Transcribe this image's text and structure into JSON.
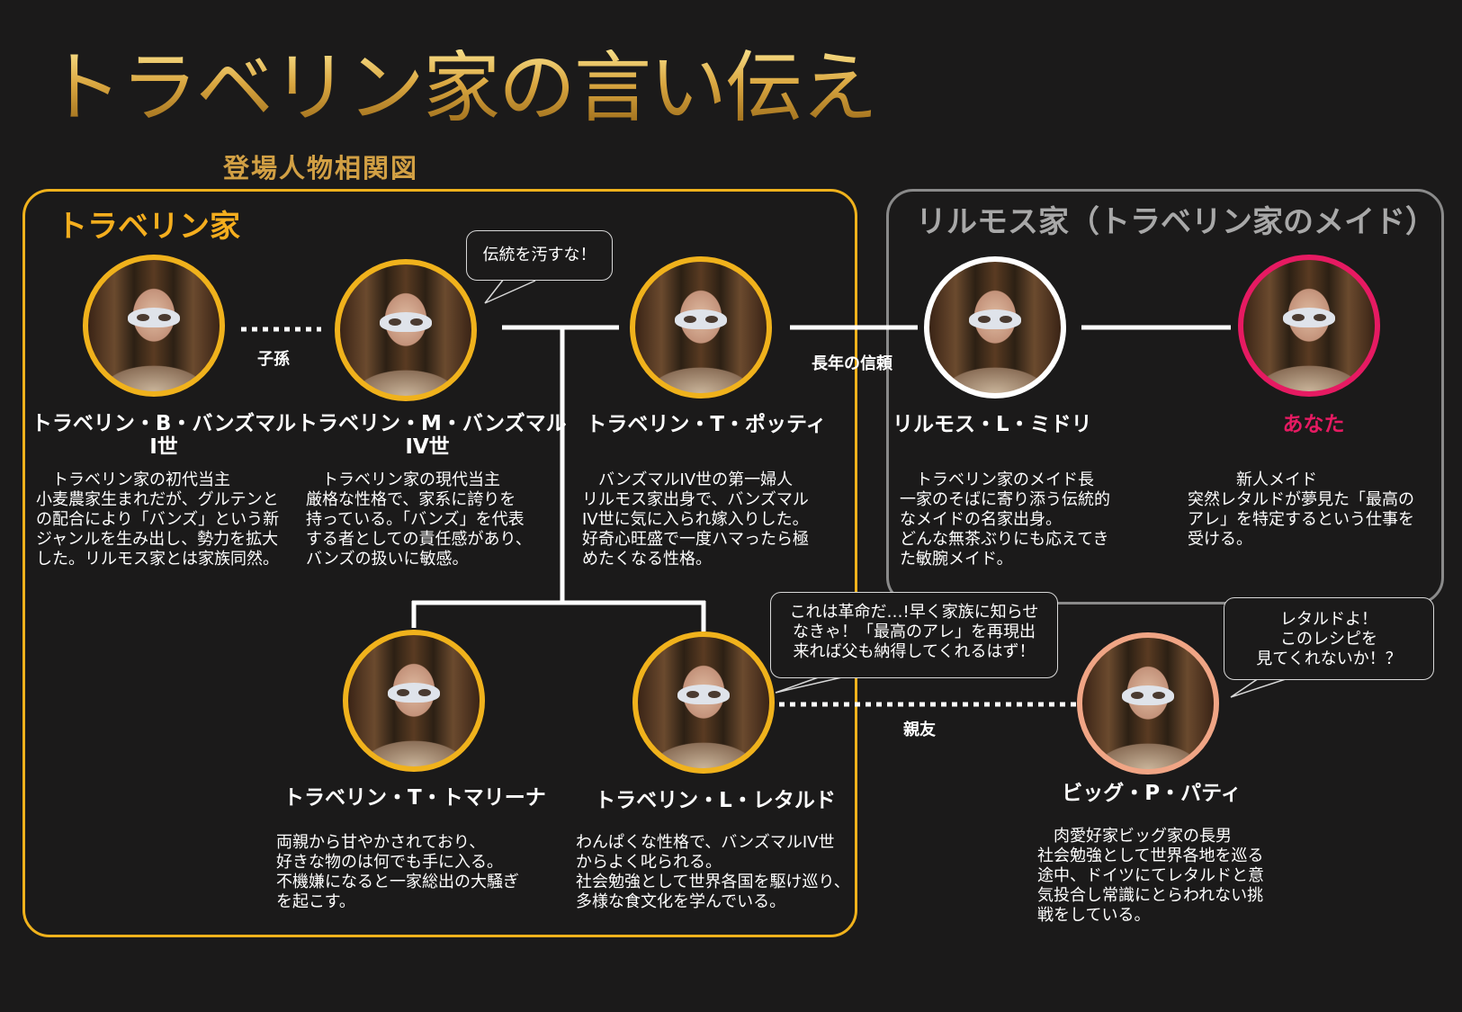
{
  "header": {
    "title": "トラベリン家の言い伝え",
    "subtitle": "登場人物相関図"
  },
  "groups": {
    "travelin": "トラベリン家",
    "rilmos": "リルモス家（トラベリン家のメイド）"
  },
  "colors": {
    "background": "#1b1a1a",
    "gold": "#f0b21c",
    "grey_frame": "#8a8a8a",
    "pink": "#e61a62",
    "peach": "#f0a585"
  },
  "characters": {
    "b": {
      "name": "トラベリン・B・バンズマル\nI世",
      "desc": "　トラベリン家の初代当主\n小麦農家生まれだが、グルテンと\nの配合により「バンズ」という新\nジャンルを生み出し、勢力を拡大\nした。リルモス家とは家族同然。"
    },
    "m": {
      "name": "トラベリン・M・バンズマル\nIV世",
      "desc": "　トラベリン家の現代当主\n厳格な性格で、家系に誇りを\n持っている。「バンズ」を代表\nする者としての責任感があり、\nバンズの扱いに敏感。"
    },
    "t_potty": {
      "name": "トラベリン・T・ポッティ",
      "desc": "　バンズマルIV世の第一婦人\nリルモス家出身で、バンズマル\nIV世に気に入られ嫁入りした。\n好奇心旺盛で一度ハマったら極\nめたくなる性格。"
    },
    "midori": {
      "name": "リルモス・L・ミドリ",
      "desc": "　トラベリン家のメイド長\n一家のそばに寄り添う伝統的\nなメイドの名家出身。\nどんな無茶ぶりにも応えてき\nた敏腕メイド。"
    },
    "anata": {
      "name": "あなた",
      "desc": "　　　新人メイド\n突然レタルドが夢見た「最高の\nアレ」を特定するという仕事を\n受ける。"
    },
    "tomarina": {
      "name": "トラベリン・T・トマリーナ",
      "desc": "両親から甘やかされており、\n好きな物のは何でも手に入る。\n不機嫌になると一家総出の大騒ぎ\nを起こす。"
    },
    "retard": {
      "name": "トラベリン・L・レタルド",
      "desc": "わんぱくな性格で、バンズマルIV世\nからよく叱られる。\n社会勉強として世界各国を駆け巡り、\n多様な食文化を学んでいる。"
    },
    "patty": {
      "name": "ビッグ・P・パティ",
      "desc": "　肉愛好家ビッグ家の長男\n社会勉強として世界各地を巡る\n途中、ドイツにてレタルドと意\n気投合し常識にとらわれない挑\n戦をしている。"
    }
  },
  "relations": {
    "descendant": "子孫",
    "trust": "長年の信頼",
    "best_friend": "親友"
  },
  "bubbles": {
    "m": "伝統を汚すな！",
    "retard": "これは革命だ…!早く家族に知らせ\nなきゃ！「最高のアレ」を再現出\n来れば父も納得してくれるはず！",
    "patty": "レタルドよ！\nこのレシピを\n見てくれないか！？"
  }
}
